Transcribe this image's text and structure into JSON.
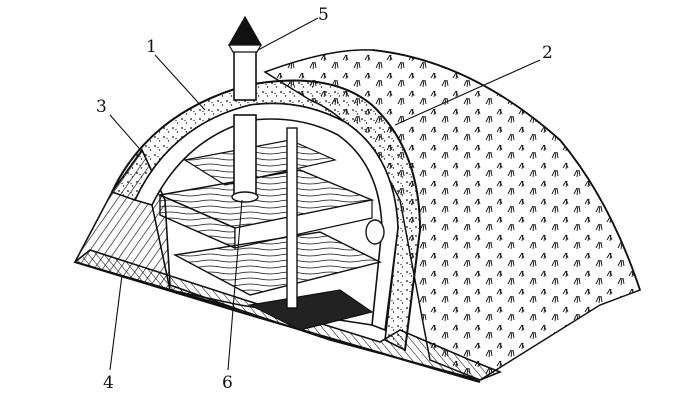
{
  "diagram": {
    "callouts": [
      {
        "id": "1",
        "label": "1"
      },
      {
        "id": "2",
        "label": "2"
      },
      {
        "id": "3",
        "label": "3"
      },
      {
        "id": "4",
        "label": "4"
      },
      {
        "id": "5",
        "label": "5"
      },
      {
        "id": "6",
        "label": "6"
      }
    ]
  },
  "colors": {
    "ink": "#111111",
    "paper": "#ffffff"
  }
}
